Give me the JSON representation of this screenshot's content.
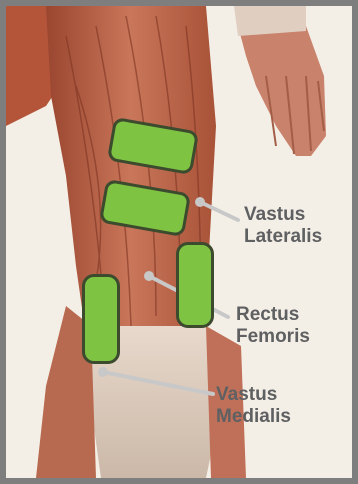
{
  "labels": {
    "vastus_lateralis": [
      "Vastus",
      "Lateralis"
    ],
    "rectus_femoris": [
      "Rectus",
      "Femoris"
    ],
    "vastus_medialis": [
      "Vastus",
      "Medialis"
    ]
  },
  "colors": {
    "pad_fill": "#7ec342",
    "pad_border": "#3c4a2e",
    "label_text": "#5f6062",
    "leader_line": "#c8c8c8",
    "frame": "#7e7e7e"
  }
}
